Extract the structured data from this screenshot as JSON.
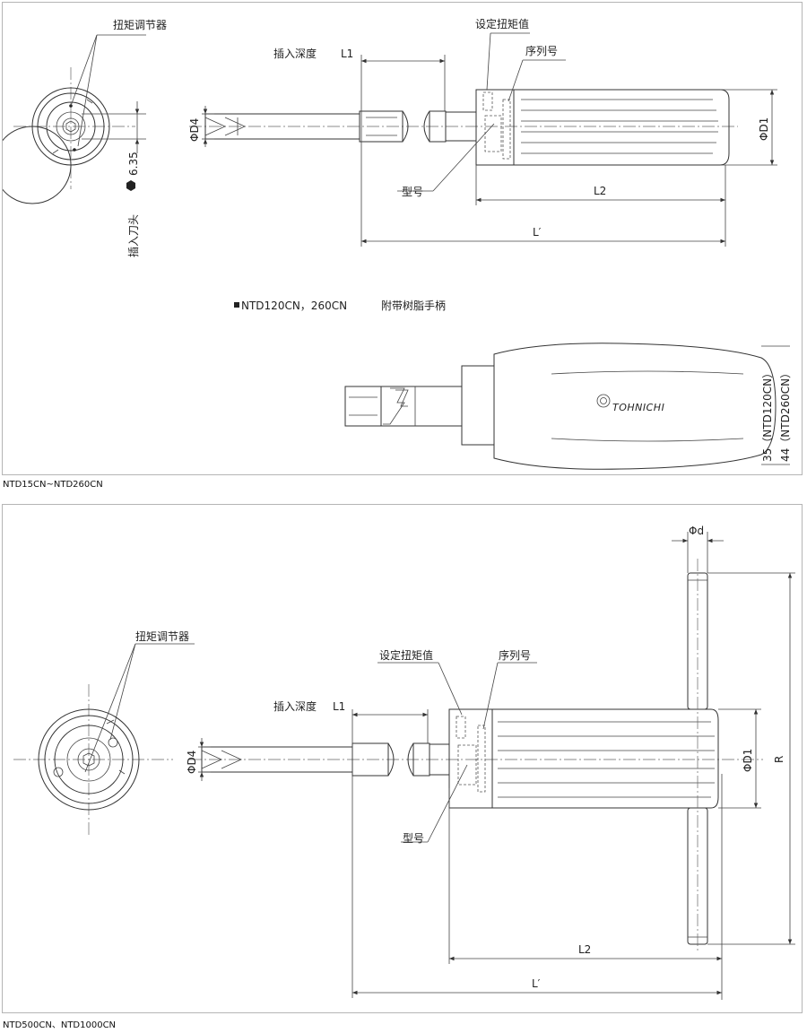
{
  "top": {
    "torque_adjuster": "扭矩调节器",
    "insert_depth": "插入深度",
    "L1": "L1",
    "set_torque": "设定扭矩值",
    "serial_no": "序列号",
    "model_no": "型号",
    "phi_d4": "ΦD4",
    "phi_d1": "ΦD1",
    "L2": "L2",
    "L_prime": "L′",
    "hex_size": "6.35",
    "bit_label": "插入刀头",
    "variant_title": "NTD120CN，260CN",
    "variant_desc": "附带树脂手柄",
    "dim_35": "35（NTD120CN）",
    "dim_44": "44（NTD260CN）",
    "logo_text": "TOHNICHI",
    "caption": "NTD15CN~NTD260CN"
  },
  "bottom": {
    "torque_adjuster": "扭矩调节器",
    "insert_depth": "插入深度",
    "L1": "L1",
    "set_torque": "设定扭矩值",
    "serial_no": "序列号",
    "model_no": "型号",
    "phi_d4": "ΦD4",
    "phi_d1": "ΦD1",
    "phi_d": "Φd",
    "R": "R",
    "L2": "L2",
    "L_prime": "L′",
    "caption": "NTD500CN、NTD1000CN"
  }
}
